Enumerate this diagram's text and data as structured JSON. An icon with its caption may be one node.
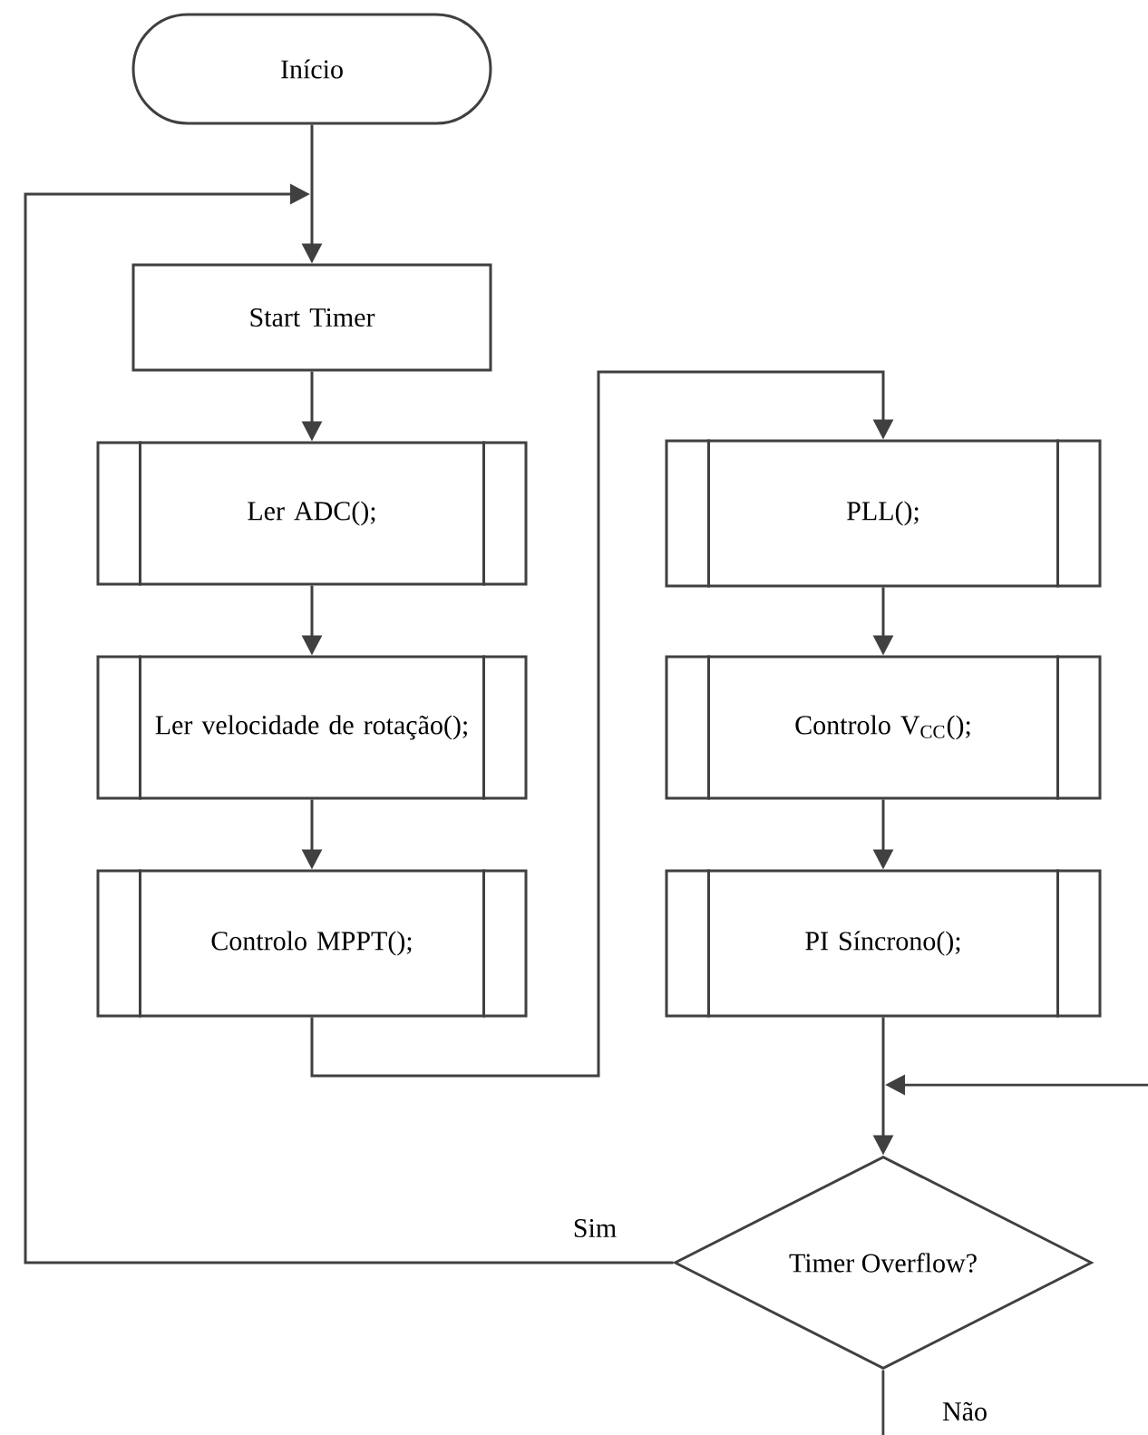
{
  "diagram": {
    "nodes": [
      {
        "text": [
          "Início"
        ]
      },
      {
        "text": [
          "Start Timer"
        ]
      },
      {
        "text": [
          "Ler ADC();"
        ]
      },
      {
        "text": [
          "Ler velocidade de rotação();"
        ]
      },
      {
        "text": [
          "Controlo MPPT();"
        ]
      },
      {
        "text": [
          "PLL();"
        ]
      },
      {
        "text": [
          "Controlo V$_{CC}$();"
        ]
      },
      {
        "text": [
          "PI Síncrono();"
        ]
      },
      {
        "text": [
          "Timer Overflow?"
        ]
      }
    ],
    "edges": [
      {
        "from": 0,
        "to": 1,
        "arrow": "to"
      },
      {
        "from": 1,
        "to": 2,
        "arrow": "to"
      },
      {
        "from": 2,
        "to": 3,
        "arrow": "to"
      },
      {
        "from": 3,
        "to": 4,
        "arrow": "to"
      },
      {
        "from": 4,
        "to": 5,
        "arrow": "to"
      },
      {
        "from": 5,
        "to": 6,
        "arrow": "to"
      },
      {
        "from": 6,
        "to": 7,
        "arrow": "to"
      },
      {
        "from": 7,
        "to": 8,
        "arrow": "to"
      },
      {
        "from": 8,
        "to": 1,
        "arrow": "to",
        "label": "Sim"
      },
      {
        "from": null,
        "to": 8,
        "arrow": "to"
      },
      {
        "from": 8,
        "to": null,
        "arrow": "none",
        "label": "Não"
      }
    ]
  }
}
